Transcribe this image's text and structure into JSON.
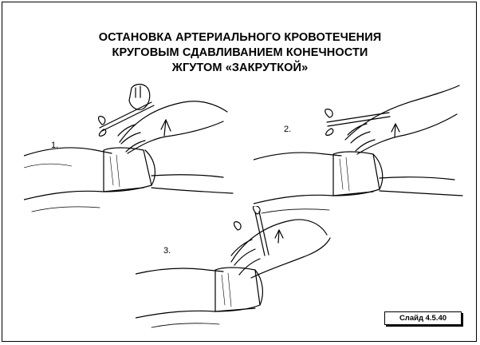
{
  "slide": {
    "title_lines": [
      "ОСТАНОВКА АРТЕРИАЛЬНОГО КРОВОТЕЧЕНИЯ",
      "КРУГОВЫМ СДАВЛИВАНИЕМ КОНЕЧНОСТИ",
      "ЖГУТОМ «ЗАКРУТКОЙ»"
    ],
    "figures": [
      {
        "label": "1."
      },
      {
        "label": "2."
      },
      {
        "label": "3."
      }
    ],
    "badge": "Слайд 4.5.40"
  }
}
